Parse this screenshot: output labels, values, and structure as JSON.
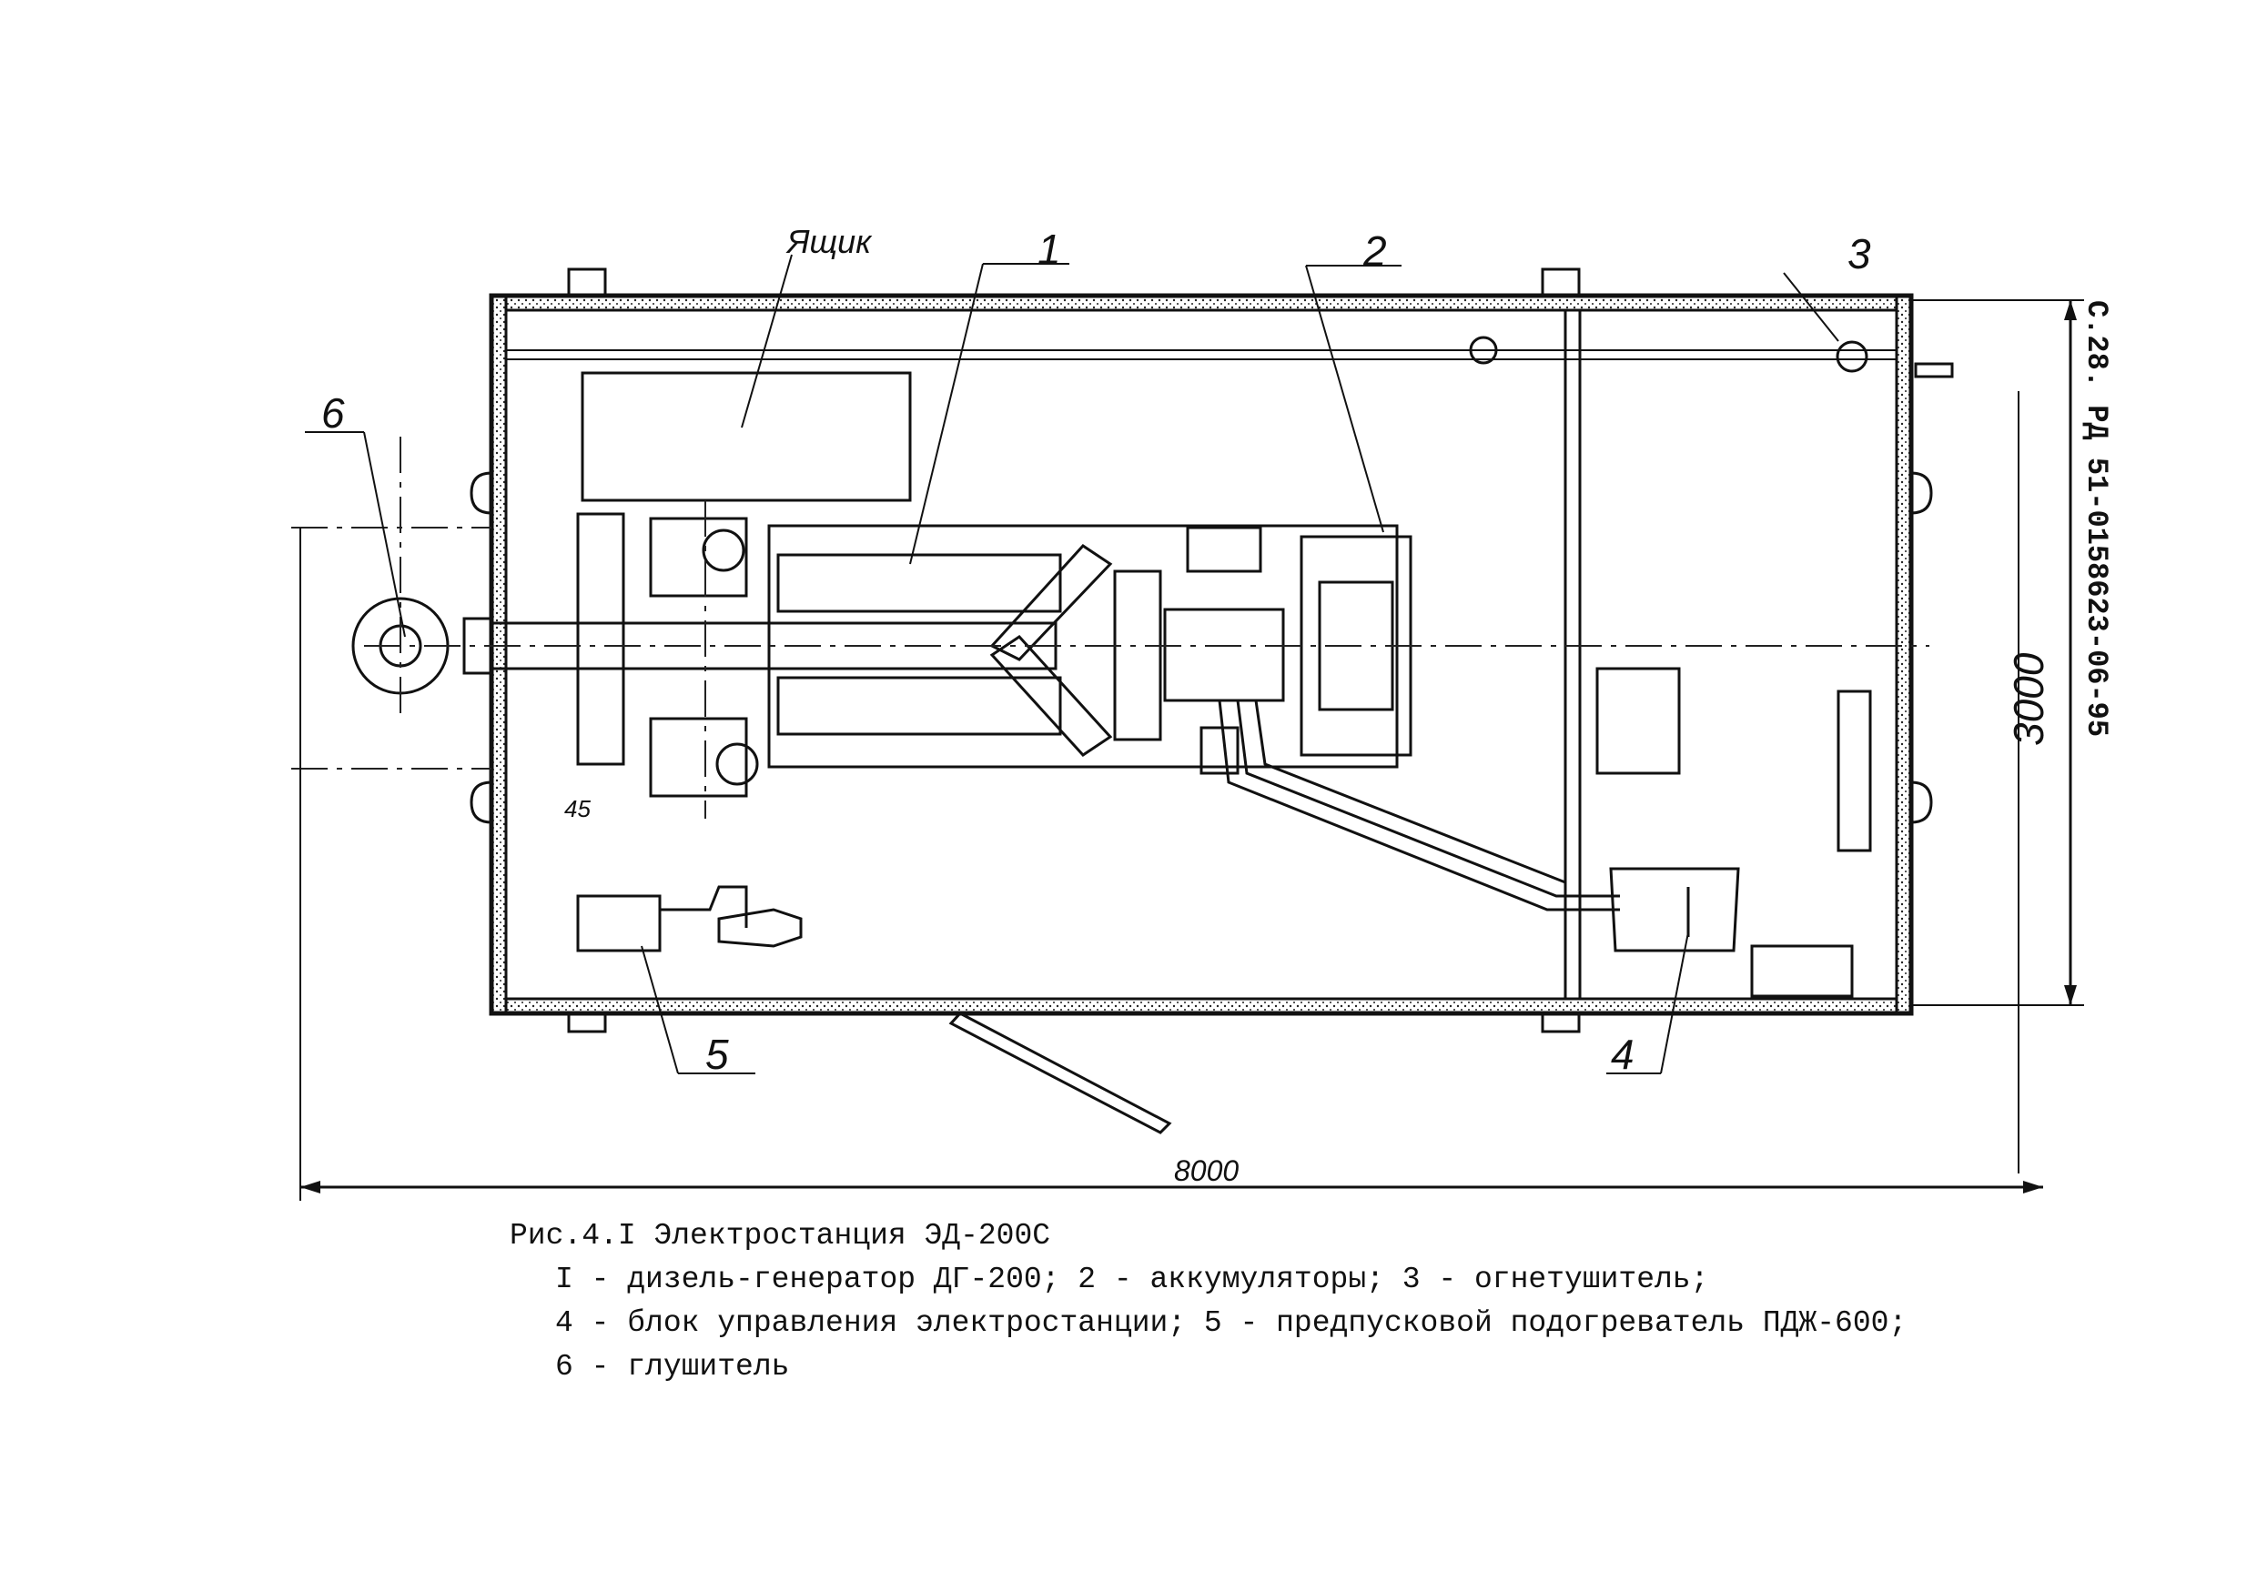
{
  "labels": {
    "box": "Ящик",
    "n1": "1",
    "n2": "2",
    "n3": "3",
    "n4": "4",
    "n5": "5",
    "n6": "6"
  },
  "dimensions": {
    "width": "8000",
    "height": "3000",
    "small": "45"
  },
  "side_text": "С.28. РД 51-0158623-06-95",
  "caption": {
    "title": "Рис.4.I Электростанция ЭД-200С",
    "items": [
      "I - дизель-генератор ДГ-200; 2 - аккумуляторы; 3 - огнетушитель;",
      "4 - блок управления электростанции; 5 - предпусковой подогреватель ПДЖ-600;",
      "6 - глушитель"
    ]
  }
}
